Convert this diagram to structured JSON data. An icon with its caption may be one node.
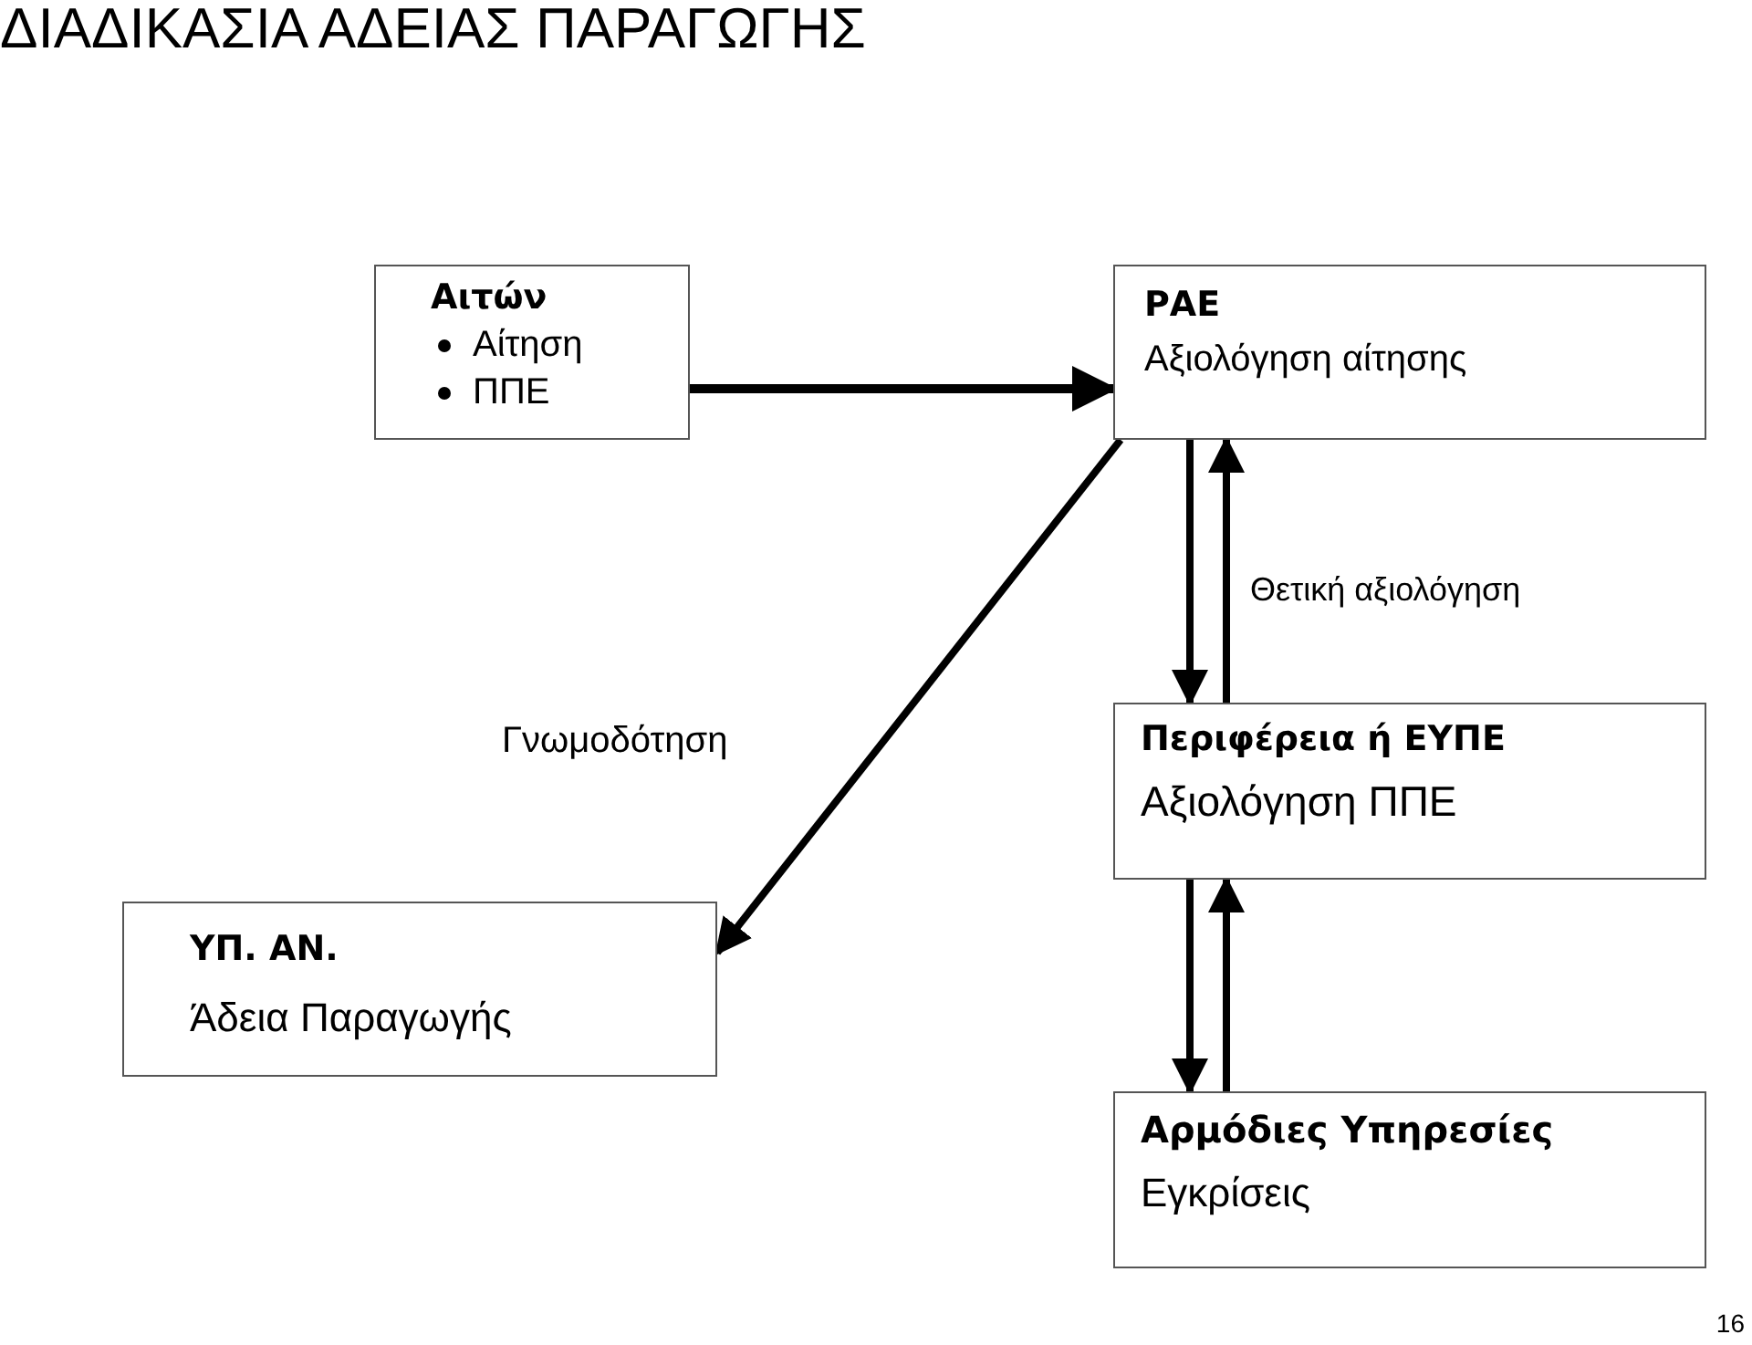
{
  "diagram": {
    "title": "ΔΙΑΔΙΚΑΣΙΑ ΑΔΕΙΑΣ ΠΑΡΑΓΩΓΗΣ",
    "nodes": [
      {
        "text": [
          "Αιτών",
          "Αίτηση",
          "ΠΠΕ"
        ]
      },
      {
        "text": [
          "ΡΑΕ",
          "Αξιολόγηση αίτησης"
        ]
      },
      {
        "text": [
          "Περιφέρεια ή ΕΥΠΕ",
          "Αξιολόγηση ΠΠΕ"
        ]
      },
      {
        "text": [
          "ΥΠ. ΑΝ.",
          "Άδεια Παραγωγής"
        ]
      },
      {
        "text": [
          "Αρμόδιες Υπηρεσίες",
          "Εγκρίσεις"
        ]
      }
    ],
    "edges": [
      {
        "from": 0,
        "to": 1,
        "arrow": "to"
      },
      {
        "from": 1,
        "to": 2,
        "arrow": "to"
      },
      {
        "from": 2,
        "to": 1,
        "arrow": "to",
        "label": "Θετική αξιολόγηση"
      },
      {
        "from": 1,
        "to": 3,
        "arrow": "to",
        "label": "Γνωμοδότηση"
      },
      {
        "from": 2,
        "to": 4,
        "arrow": "to"
      },
      {
        "from": 4,
        "to": 2,
        "arrow": "to"
      }
    ],
    "labels": [
      "16"
    ]
  }
}
